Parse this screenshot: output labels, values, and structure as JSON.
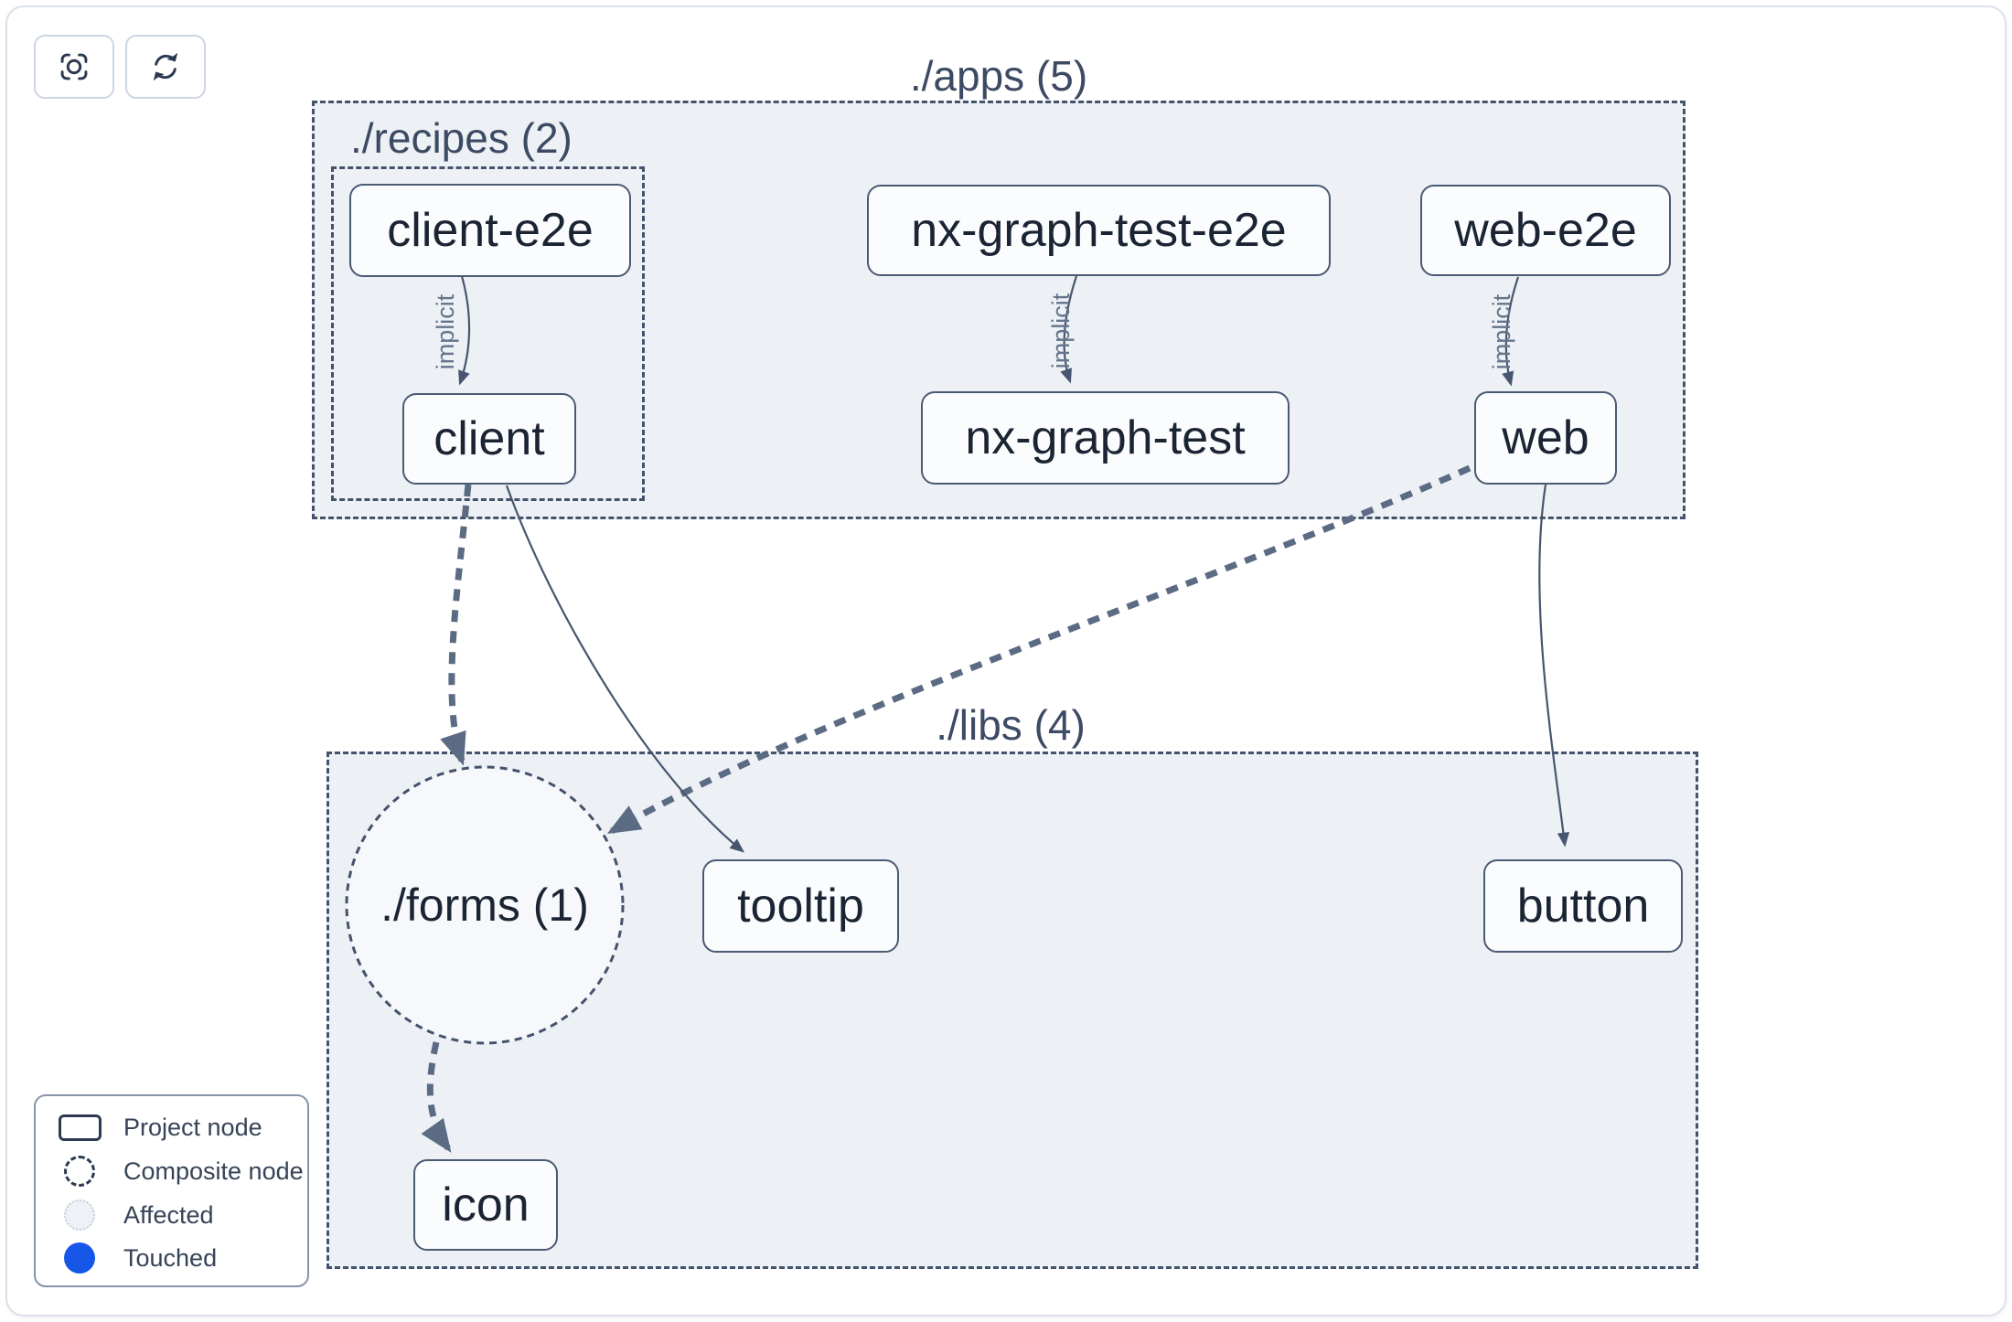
{
  "toolbar": {
    "focus_button": {
      "icon": "focus-icon"
    },
    "refresh_button": {
      "icon": "refresh-icon"
    }
  },
  "clusters": {
    "apps": {
      "label": "./apps (5)"
    },
    "recipes": {
      "label": "./recipes (2)"
    },
    "libs": {
      "label": "./libs (4)"
    }
  },
  "nodes": {
    "client_e2e": {
      "label": "client-e2e",
      "type": "project"
    },
    "nx_graph_test_e2e": {
      "label": "nx-graph-test-e2e",
      "type": "project"
    },
    "web_e2e": {
      "label": "web-e2e",
      "type": "project"
    },
    "client": {
      "label": "client",
      "type": "project"
    },
    "nx_graph_test": {
      "label": "nx-graph-test",
      "type": "project"
    },
    "web": {
      "label": "web",
      "type": "project"
    },
    "forms": {
      "label": "./forms (1)",
      "type": "composite"
    },
    "tooltip": {
      "label": "tooltip",
      "type": "project"
    },
    "button": {
      "label": "button",
      "type": "project"
    },
    "icon": {
      "label": "icon",
      "type": "project"
    }
  },
  "edges": [
    {
      "from": "client-e2e",
      "to": "client",
      "label": "implicit",
      "style": "solid"
    },
    {
      "from": "nx-graph-test-e2e",
      "to": "nx-graph-test",
      "label": "implicit",
      "style": "solid"
    },
    {
      "from": "web-e2e",
      "to": "web",
      "label": "implicit",
      "style": "solid"
    },
    {
      "from": "client",
      "to": "tooltip",
      "label": "",
      "style": "solid"
    },
    {
      "from": "web",
      "to": "button",
      "label": "",
      "style": "solid"
    },
    {
      "from": "client",
      "to": "./forms (1)",
      "label": "",
      "style": "dashed"
    },
    {
      "from": "web",
      "to": "./forms (1)",
      "label": "",
      "style": "dashed"
    },
    {
      "from": "./forms (1)",
      "to": "icon",
      "label": "",
      "style": "dashed"
    }
  ],
  "legend": {
    "items": [
      {
        "id": "project-node",
        "label": "Project node"
      },
      {
        "id": "composite-node",
        "label": "Composite node"
      },
      {
        "id": "affected",
        "label": "Affected"
      },
      {
        "id": "touched",
        "label": "Touched"
      }
    ]
  },
  "colors": {
    "touched": "#1657e8",
    "affected_fill": "#eef1f5",
    "cluster_fill": "#edf1f6",
    "cluster_border": "#44526b",
    "node_border": "#4b5a73",
    "node_text": "#1b2433",
    "edge_thin": "#47566e",
    "edge_thick": "#5c6b84",
    "edge_label": "#64748b"
  }
}
